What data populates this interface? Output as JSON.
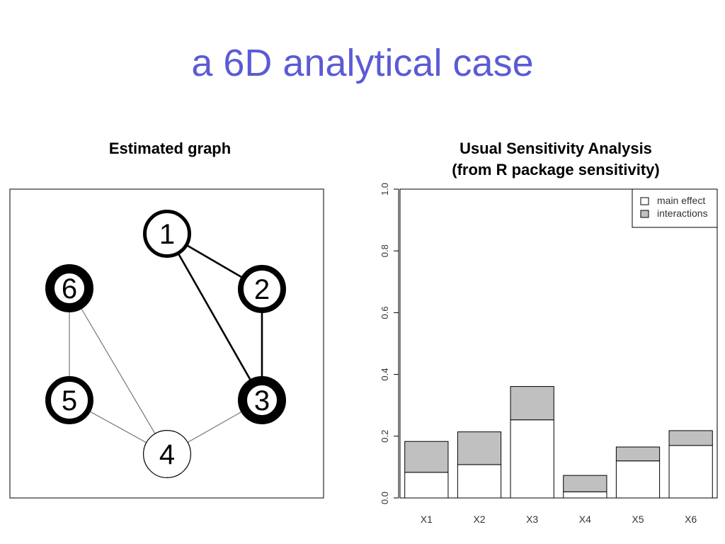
{
  "slide": {
    "title": "a 6D analytical case"
  },
  "graph_panel": {
    "caption": "Estimated graph",
    "nodes": [
      {
        "id": "1",
        "label": "1",
        "ring": "medium",
        "fill": "white"
      },
      {
        "id": "2",
        "label": "2",
        "ring": "thick",
        "fill": "white"
      },
      {
        "id": "3",
        "label": "3",
        "ring": "very-thick",
        "fill": "white"
      },
      {
        "id": "4",
        "label": "4",
        "ring": "thin",
        "fill": "white"
      },
      {
        "id": "5",
        "label": "5",
        "ring": "thick",
        "fill": "white"
      },
      {
        "id": "6",
        "label": "6",
        "ring": "very-thick",
        "fill": "white"
      }
    ],
    "edges": [
      {
        "from": "1",
        "to": "2",
        "weight": "strong"
      },
      {
        "from": "1",
        "to": "3",
        "weight": "strong"
      },
      {
        "from": "2",
        "to": "3",
        "weight": "strong"
      },
      {
        "from": "6",
        "to": "5",
        "weight": "weak"
      },
      {
        "from": "6",
        "to": "4",
        "weight": "weak"
      },
      {
        "from": "5",
        "to": "4",
        "weight": "weak"
      },
      {
        "from": "3",
        "to": "4",
        "weight": "weak"
      }
    ]
  },
  "chart_panel": {
    "caption_line1": "Usual Sensitivity Analysis",
    "caption_line2": "(from R package sensitivity)"
  },
  "chart_data": {
    "type": "bar",
    "stacked": true,
    "categories": [
      "X1",
      "X2",
      "X3",
      "X4",
      "X5",
      "X6"
    ],
    "series": [
      {
        "name": "main effect",
        "color": "#ffffff",
        "values": [
          0.083,
          0.108,
          0.253,
          0.02,
          0.12,
          0.17
        ]
      },
      {
        "name": "interactions",
        "color": "#c0c0c0",
        "values": [
          0.1,
          0.106,
          0.108,
          0.053,
          0.045,
          0.048
        ]
      }
    ],
    "ylim": [
      0,
      1
    ],
    "yticks": [
      "0.0",
      "0.2",
      "0.4",
      "0.6",
      "0.8",
      "1.0"
    ],
    "legend": "top-right",
    "grid": false,
    "colors": {
      "axis": "#000000",
      "bar_border": "#000000"
    }
  }
}
